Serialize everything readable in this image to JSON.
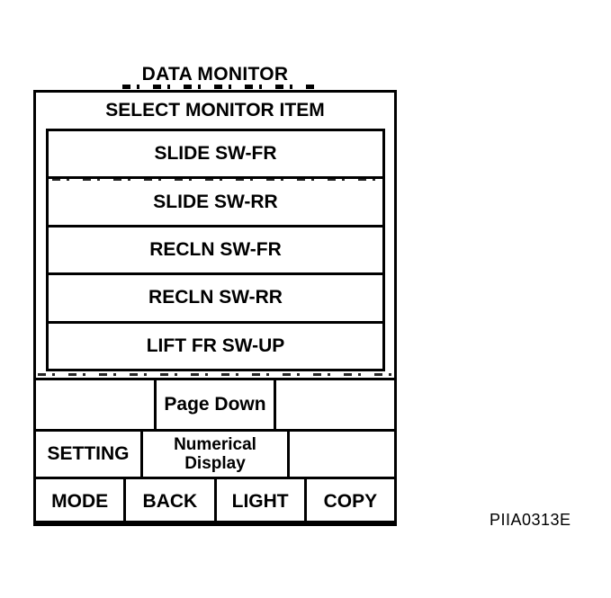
{
  "title": "DATA MONITOR",
  "figure_code": "PIIA0313E",
  "monitor": {
    "header": "SELECT MONITOR ITEM",
    "items": [
      "SLIDE SW-FR",
      "SLIDE SW-RR",
      "RECLN SW-FR",
      "RECLN SW-RR",
      "LIFT FR SW-UP"
    ]
  },
  "controls": {
    "row1": [
      "",
      "Page Down",
      ""
    ],
    "row2": [
      "SETTING",
      "Numerical Display",
      ""
    ],
    "row3": [
      "MODE",
      "BACK",
      "LIGHT",
      "COPY"
    ]
  },
  "colors": {
    "ink": "#000000",
    "background": "#ffffff"
  }
}
